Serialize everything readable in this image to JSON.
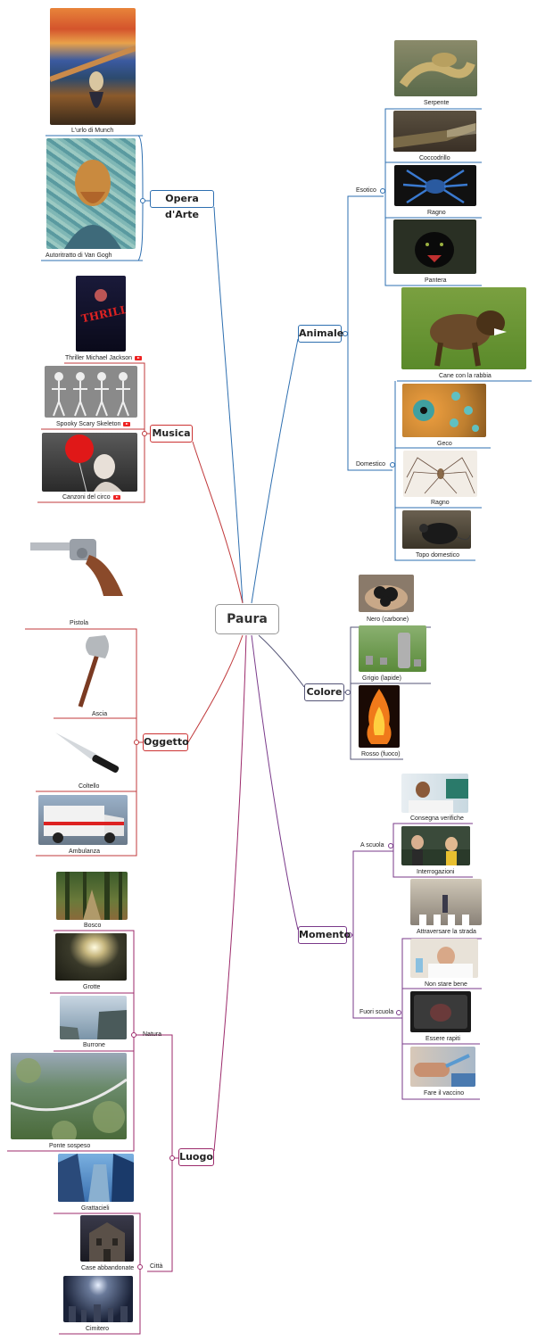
{
  "root": {
    "label": "Paura"
  },
  "branches": {
    "opera": {
      "label": "Opera d'Arte",
      "color": "#2e6fb0"
    },
    "musica": {
      "label": "Musica",
      "color": "#c0393b"
    },
    "oggetto": {
      "label": "Oggetto",
      "color": "#c0393b"
    },
    "luogo": {
      "label": "Luogo",
      "color": "#9c2a6b"
    },
    "animale": {
      "label": "Animale",
      "color": "#2e6fb0"
    },
    "colore": {
      "label": "Colore",
      "color": "#555577"
    },
    "momento": {
      "label": "Momento",
      "color": "#7a3a8a"
    }
  },
  "subtopics": {
    "esotico": "Esotico",
    "domestico": "Domestico",
    "a_scuola": "A scuola",
    "fuori_scuola": "Fuori scuola",
    "natura": "Natura",
    "citta": "Città"
  },
  "captions": {
    "urlo": "L'urlo di Munch",
    "vangogh": "Autoritratto di Van Gogh",
    "thriller": "Thriller Michael Jackson",
    "spooky": "Spooky Scary Skeleton",
    "circo": "Canzoni del circo",
    "pistola": "Pistola",
    "ascia": "Ascia",
    "coltello": "Coltello",
    "ambulanza": "Ambulanza",
    "bosco": "Bosco",
    "grotte": "Grotte",
    "burrone": "Burrone",
    "ponte": "Ponte sospeso",
    "grattacieli": "Grattacieli",
    "case": "Case abbandonate",
    "cimitero": "Cimitero",
    "serpente": "Serpente",
    "coccodrillo": "Coccodrillo",
    "ragno1": "Ragno",
    "pantera": "Pantera",
    "cane": "Cane con la rabbia",
    "geco": "Geco",
    "ragno2": "Ragno",
    "topo": "Topo domestico",
    "nero": "Nero (carbone)",
    "grigio": "Grigio (lapide)",
    "rosso": "Rosso (fuoco)",
    "verifiche": "Consegna verifiche",
    "interrogazioni": "Interrogazioni",
    "strada": "Attraversare la strada",
    "nonstare": "Non stare bene",
    "rapiti": "Essere rapiti",
    "vaccino": "Fare il vaccino"
  },
  "icons": {
    "video": "youtube-icon"
  }
}
